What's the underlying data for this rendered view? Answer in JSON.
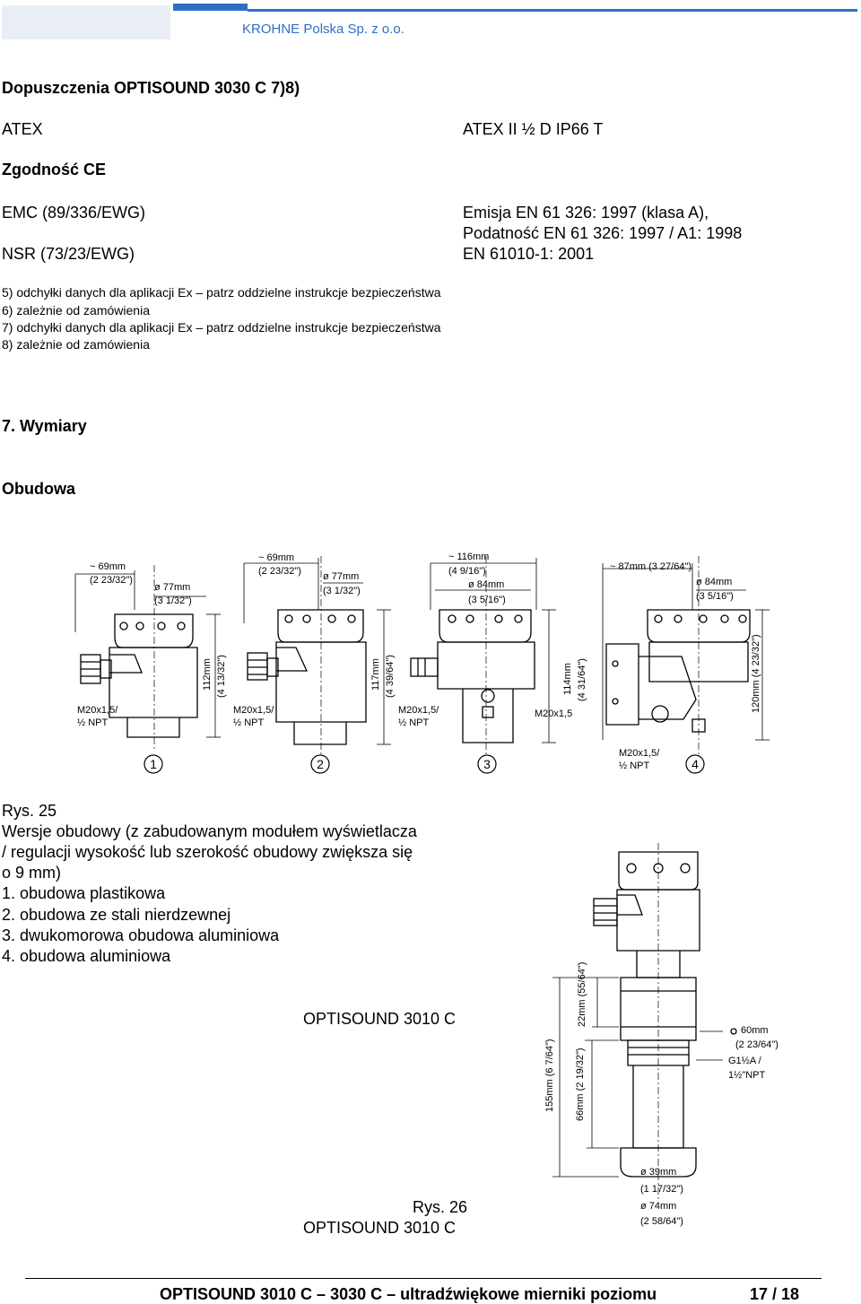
{
  "header": {
    "company": "KROHNE Polska Sp. z  o.o."
  },
  "approvals": {
    "title": "Dopuszczenia OPTISOUND 3030 C 7)8)",
    "atex_label": "ATEX",
    "atex_value": "ATEX II ½ D IP66 T",
    "ce_title": "Zgodność CE",
    "emc_label": "EMC (89/336/EWG)",
    "emc_value_1": "Emisja EN 61 326: 1997 (klasa A),",
    "emc_value_2": "Podatność EN 61 326: 1997 / A1: 1998",
    "nsr_label": "NSR (73/23/EWG)",
    "nsr_value": "EN 61010-1: 2001"
  },
  "notes": [
    "5) odchyłki danych dla aplikacji Ex – patrz oddzielne instrukcje bezpieczeństwa",
    "6) zależnie od zamówienia",
    "7) odchyłki danych dla aplikacji Ex – patrz oddzielne instrukcje bezpieczeństwa",
    "8) zależnie od zamówienia"
  ],
  "section": {
    "number_title": "7. Wymiary",
    "subtitle": "Obudowa"
  },
  "figure25": {
    "dims": {
      "h1_w": "~ 69mm",
      "h1_w_in": "(2 23/32\")",
      "h1_d": "ø 77mm",
      "h1_d_in": "(3 1/32\")",
      "h1_h": "112mm",
      "h1_h_in": "(4 13/32\")",
      "h1_thread": "M20x1,5/",
      "h1_npt": "½ NPT",
      "h2_w": "~ 69mm",
      "h2_w_in": "(2 23/32\")",
      "h2_d": "ø 77mm",
      "h2_d_in": "(3 1/32\")",
      "h2_h": "117mm",
      "h2_h_in": "(4 39/64\")",
      "h2_thread": "M20x1,5/",
      "h2_npt": "½ NPT",
      "h3_w": "~ 116mm",
      "h3_w_in": "(4 9/16\")",
      "h3_d": "ø 84mm",
      "h3_d_in": "(3 5/16\")",
      "h3_h": "114mm",
      "h3_h_in": "(4 31/64\")",
      "h3_thread": "M20x1,5/",
      "h3_npt": "½ NPT",
      "h3_thread2": "M20x1,5",
      "h4_w": "~ 87mm (3 27/64\")",
      "h4_d": "ø 84mm",
      "h4_d_in": "(3 5/16\")",
      "h4_h": "120mm (4 23/32\")",
      "h4_thread": "M20x1,5/",
      "h4_npt": "½ NPT"
    },
    "markers": [
      "1",
      "2",
      "3",
      "4"
    ],
    "caption_label": "Rys. 25",
    "caption_lines": [
      "Wersje obudowy (z zabudowanym modułem wyświetlacza",
      "/ regulacji wysokość lub szerokość obudowy zwiększa się",
      "o 9 mm)",
      "1. obudowa plastikowa",
      "2. obudowa ze stali nierdzewnej",
      "3. dwukomorowa obudowa aluminiowa",
      "4. obudowa aluminiowa"
    ]
  },
  "figure26": {
    "title": "OPTISOUND 3010 C",
    "dims": {
      "total": "155mm (6 7/64\")",
      "upper": "22mm (55/64\")",
      "lower": "66mm (2 19/32\")",
      "hex": "60mm",
      "hex_in": "(2 23/64\")",
      "thread": "G1½A /",
      "thread_npt": "1½\"NPT",
      "d1": "ø 39mm",
      "d1_in": "(1 17/32\")",
      "d2": "ø 74mm",
      "d2_in": "(2 58/64\")"
    },
    "caption_label": "Rys. 26",
    "caption_text": "OPTISOUND 3010 C"
  },
  "footer": {
    "title": "OPTISOUND 3010 C – 3030 C – ultradźwiękowe mierniki poziomu",
    "page": "17 / 18"
  }
}
